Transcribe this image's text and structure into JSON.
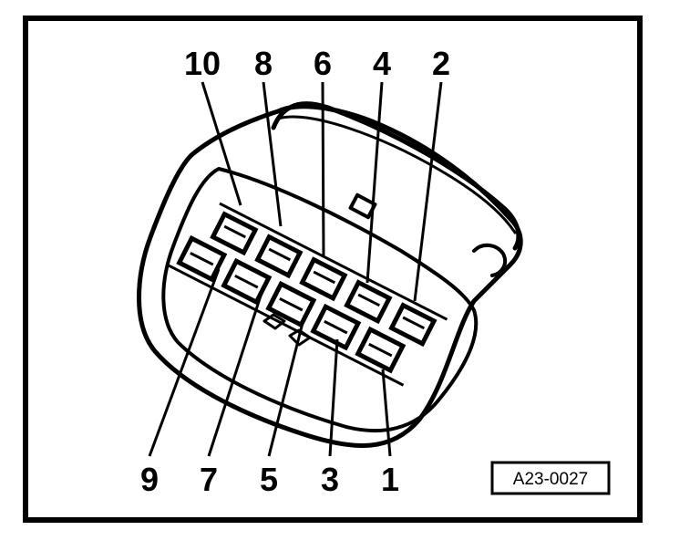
{
  "figure": {
    "reference_code": "A23-0027",
    "pin_labels": {
      "top": [
        "10",
        "8",
        "6",
        "4",
        "2"
      ],
      "bottom": [
        "9",
        "7",
        "5",
        "3",
        "1"
      ]
    }
  }
}
